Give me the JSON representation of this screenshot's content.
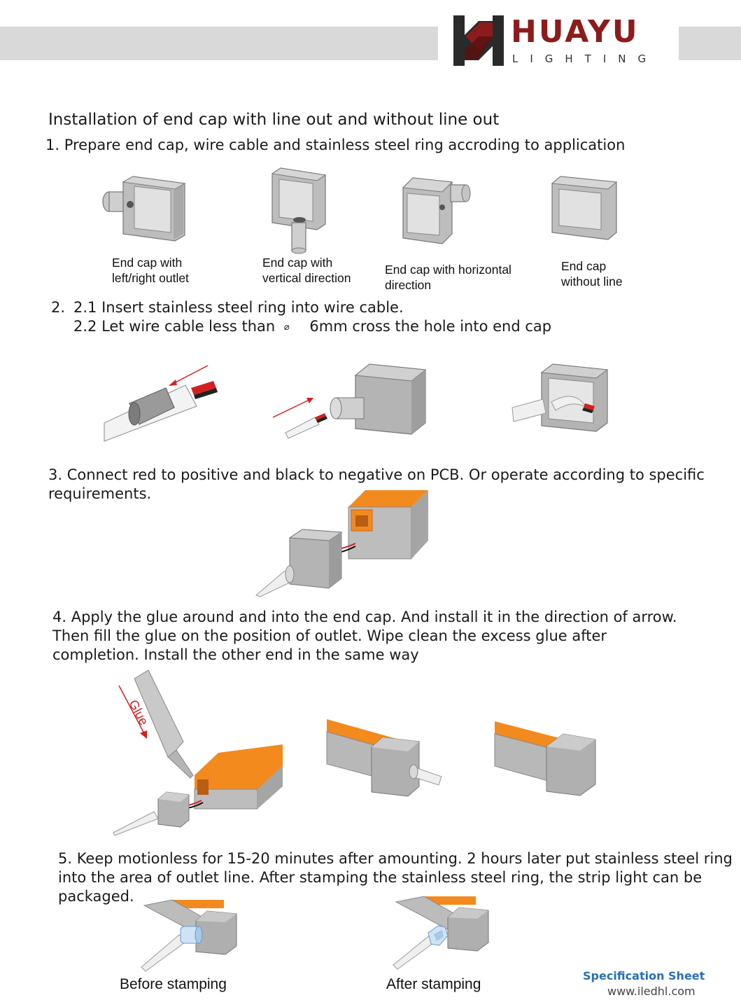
{
  "header": {
    "brand_name": "HUAYU",
    "brand_sub": "LIGHTING",
    "colors": {
      "brand": "#8c1c1c",
      "logo_dark": "#2a2a2a",
      "bar": "#d9d9d9"
    }
  },
  "title": "Installation of end cap with line out and without line out",
  "step1": {
    "text": "1. Prepare end cap, wire cable and stainless steel ring accroding to application",
    "captions": [
      {
        "line1": "End cap with",
        "line2": "left/right outlet"
      },
      {
        "line1": "End cap with",
        "line2": "vertical direction"
      },
      {
        "line1": "End cap with horizontal",
        "line2": "direction"
      },
      {
        "line1": "End cap",
        "line2": "without line"
      }
    ]
  },
  "step2": {
    "number": "2.",
    "line1": "2.1 Insert stainless steel ring into wire cable.",
    "line2_pre": "2.2 Let wire cable less than",
    "line2_symbol": "⌀",
    "line2_post": "6mm cross the hole into end cap"
  },
  "step3": {
    "line1": "3.  Connect red to positive and black to negative on PCB. Or operate according to specific",
    "line2": "requirements."
  },
  "step4": {
    "line1": "4. Apply the glue around and into the end cap. And install it in the direction of arrow.",
    "line2": "Then fill the glue on the position of outlet. Wipe clean the excess glue after",
    "line3": "completion. Install the other end in the same way",
    "glue_label": "Glue"
  },
  "step5": {
    "line1": "5. Keep motionless for 15-20 minutes after amounting. 2 hours later put stainless steel ring",
    "line2": "into the area of outlet line. After stamping the stainless steel ring, the strip light can be",
    "line3": "packaged.",
    "captions": [
      "Before stamping",
      "After stamping"
    ]
  },
  "footer": {
    "title": "Specification Sheet",
    "url": "www.iledhl.com",
    "title_color": "#2a6fb0"
  },
  "palette": {
    "cap_gray": "#b8b8b8",
    "orange": "#f28a1e",
    "arrow_red": "#d42020"
  }
}
